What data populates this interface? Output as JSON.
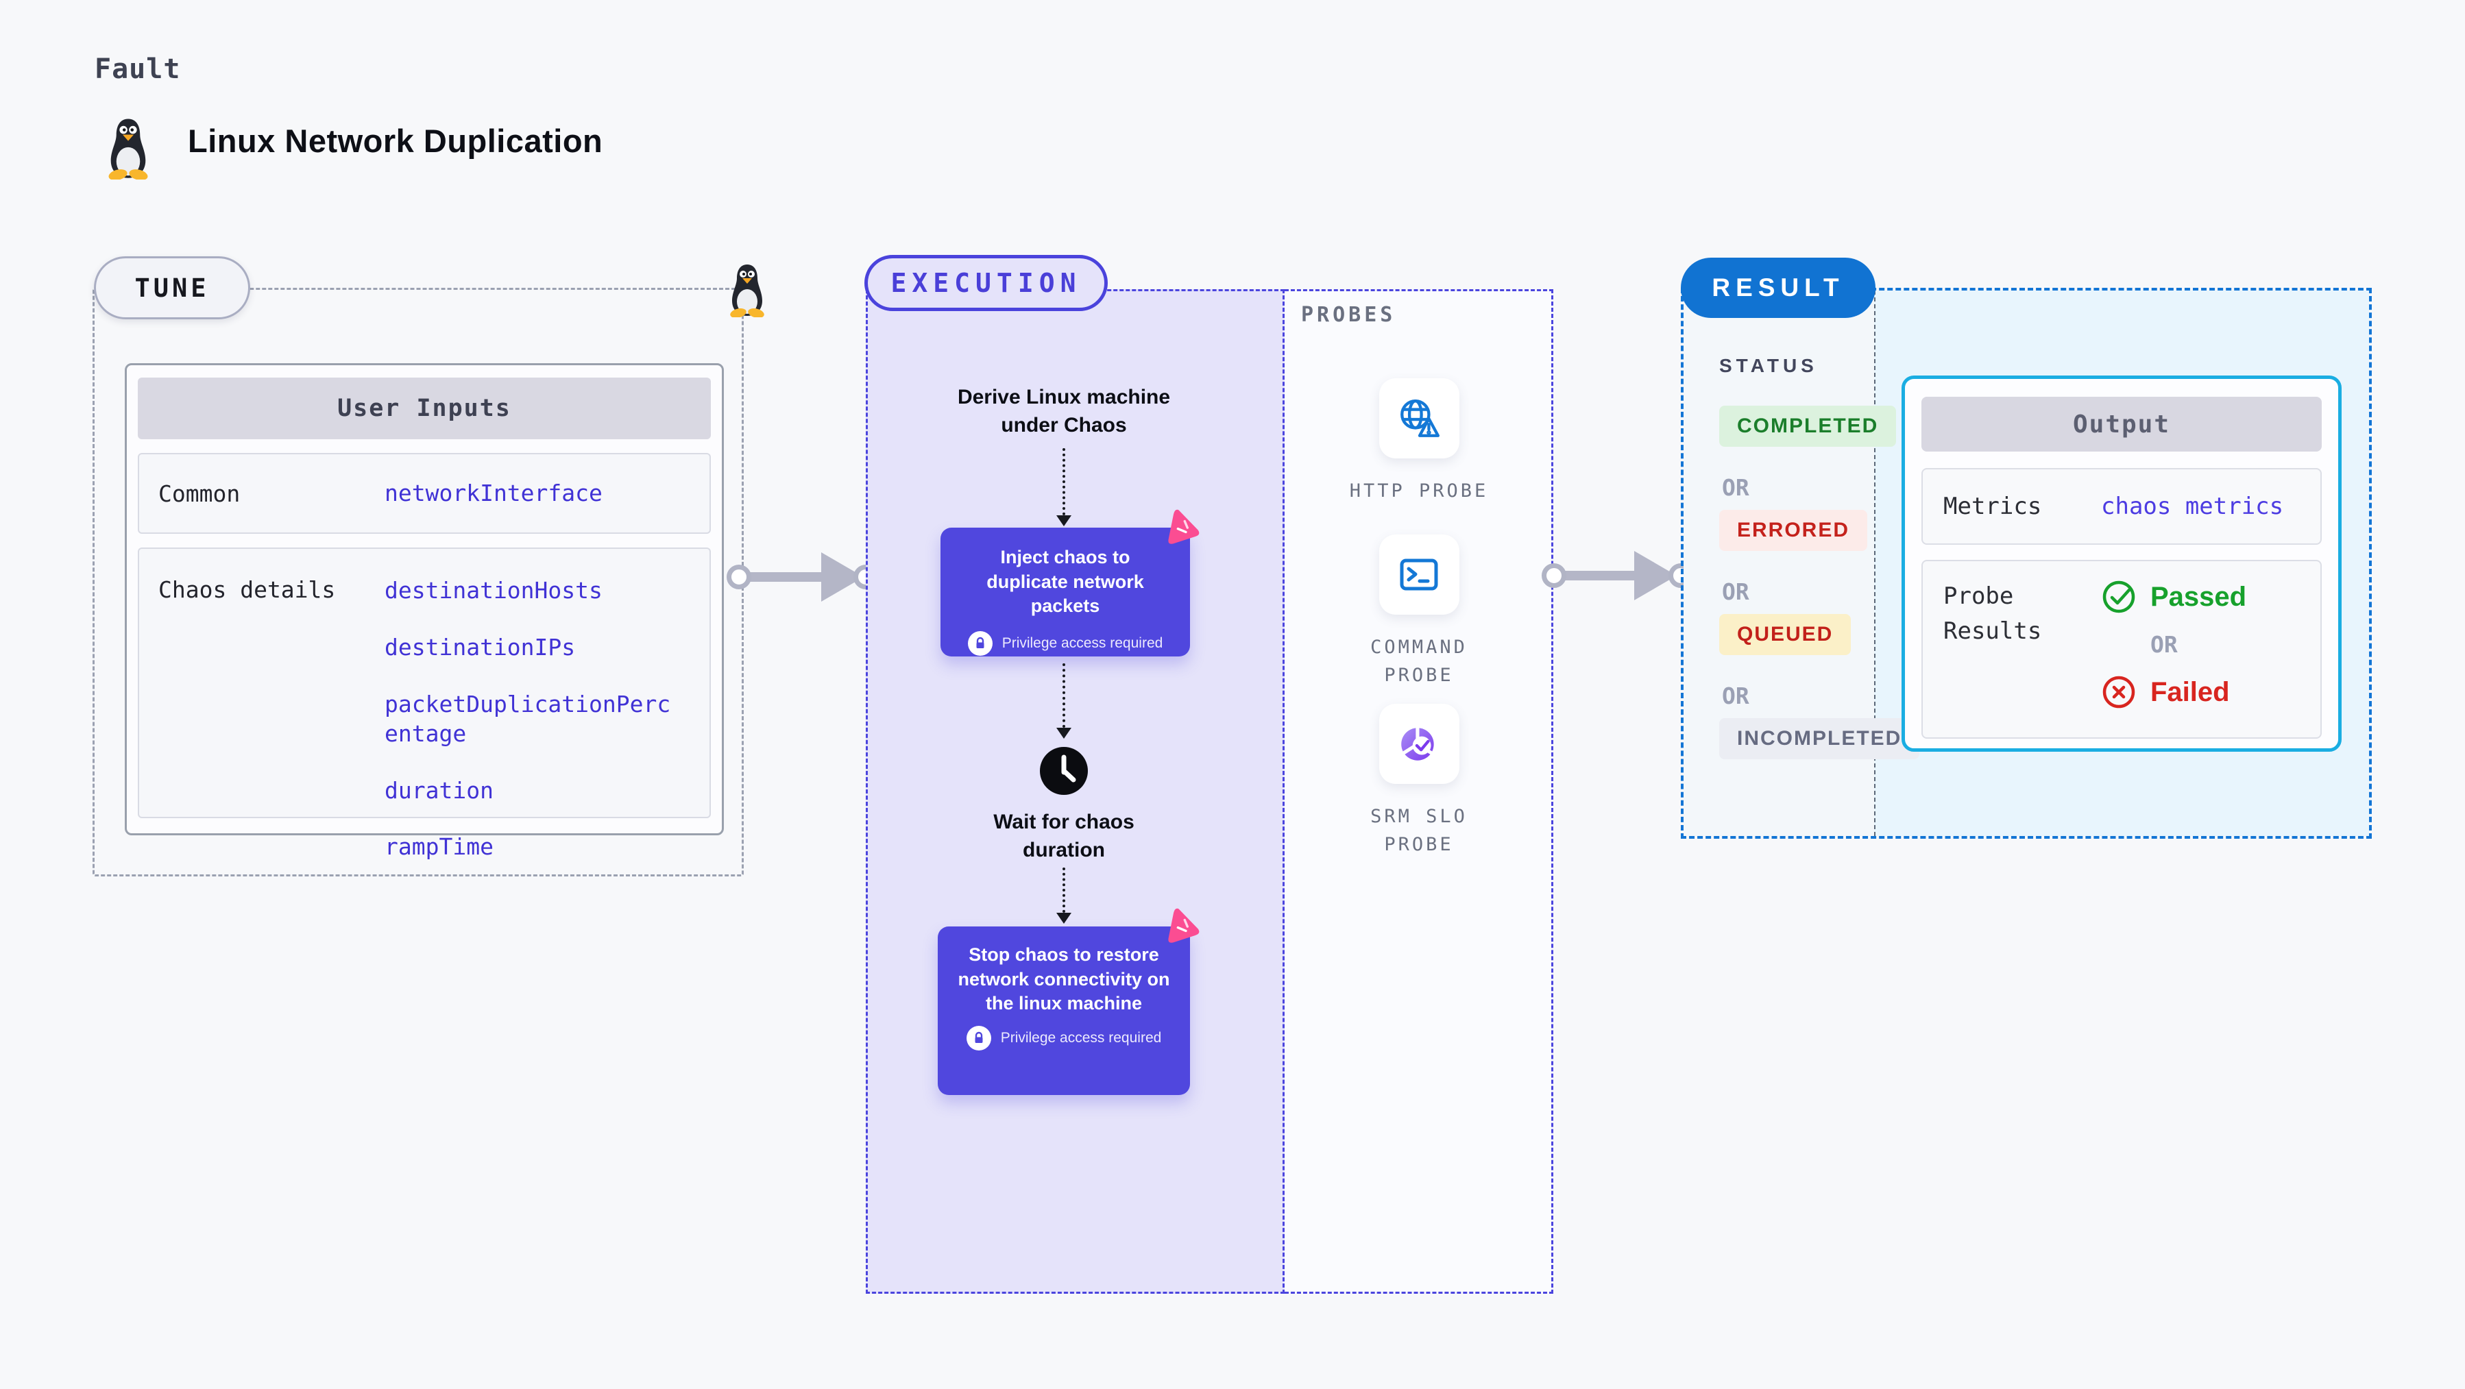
{
  "header": {
    "eyebrow": "Fault",
    "title": "Linux Network Duplication"
  },
  "tune": {
    "badge": "TUNE",
    "card_title": "User Inputs",
    "rows": [
      {
        "label": "Common",
        "values": [
          "networkInterface"
        ]
      },
      {
        "label": "Chaos details",
        "values": [
          "destinationHosts",
          "destinationIPs",
          "packetDuplicationPercentage",
          "duration",
          "rampTime"
        ]
      }
    ]
  },
  "execution": {
    "badge": "EXECUTION",
    "step_derive": "Derive Linux machine under Chaos",
    "step_inject": "Inject chaos to duplicate network packets",
    "step_wait": "Wait for chaos duration",
    "step_stop": "Stop chaos to restore network connectivity on the linux machine",
    "privilege_label": "Privilege access required"
  },
  "probes": {
    "title": "PROBES",
    "items": [
      {
        "label": "HTTP PROBE",
        "icon": "globe-alert-icon"
      },
      {
        "label": "COMMAND PROBE",
        "icon": "terminal-icon"
      },
      {
        "label": "SRM SLO PROBE",
        "icon": "slo-pie-icon"
      }
    ]
  },
  "result": {
    "badge": "RESULT",
    "status_title": "STATUS",
    "or_label": "OR",
    "statuses": [
      {
        "label": "COMPLETED",
        "type": "success"
      },
      {
        "label": "ERRORED",
        "type": "error"
      },
      {
        "label": "QUEUED",
        "type": "warning"
      },
      {
        "label": "INCOMPLETED",
        "type": "neutral"
      }
    ],
    "output": {
      "title": "Output",
      "metrics_label": "Metrics",
      "metrics_value": "chaos metrics",
      "probe_results_label": "Probe Results",
      "passed_label": "Passed",
      "or_label": "OR",
      "failed_label": "Failed"
    }
  },
  "colors": {
    "page_bg": "#f7f8fa",
    "indigo_accent": "#4f46dd",
    "indigo_text": "#4032d5",
    "execution_bg": "#e5e3fa",
    "pink_chaos": "#fb4d92",
    "result_blue": "#1173d2",
    "output_cyan_border": "#1aade2",
    "passed_green": "#17a12c",
    "failed_red": "#d8251f",
    "completed_green": "#1b7e2b",
    "errored_red": "#c4221c",
    "queued_amber_bg": "#fbf0c8",
    "arrow_gray": "#b4b6c7"
  }
}
